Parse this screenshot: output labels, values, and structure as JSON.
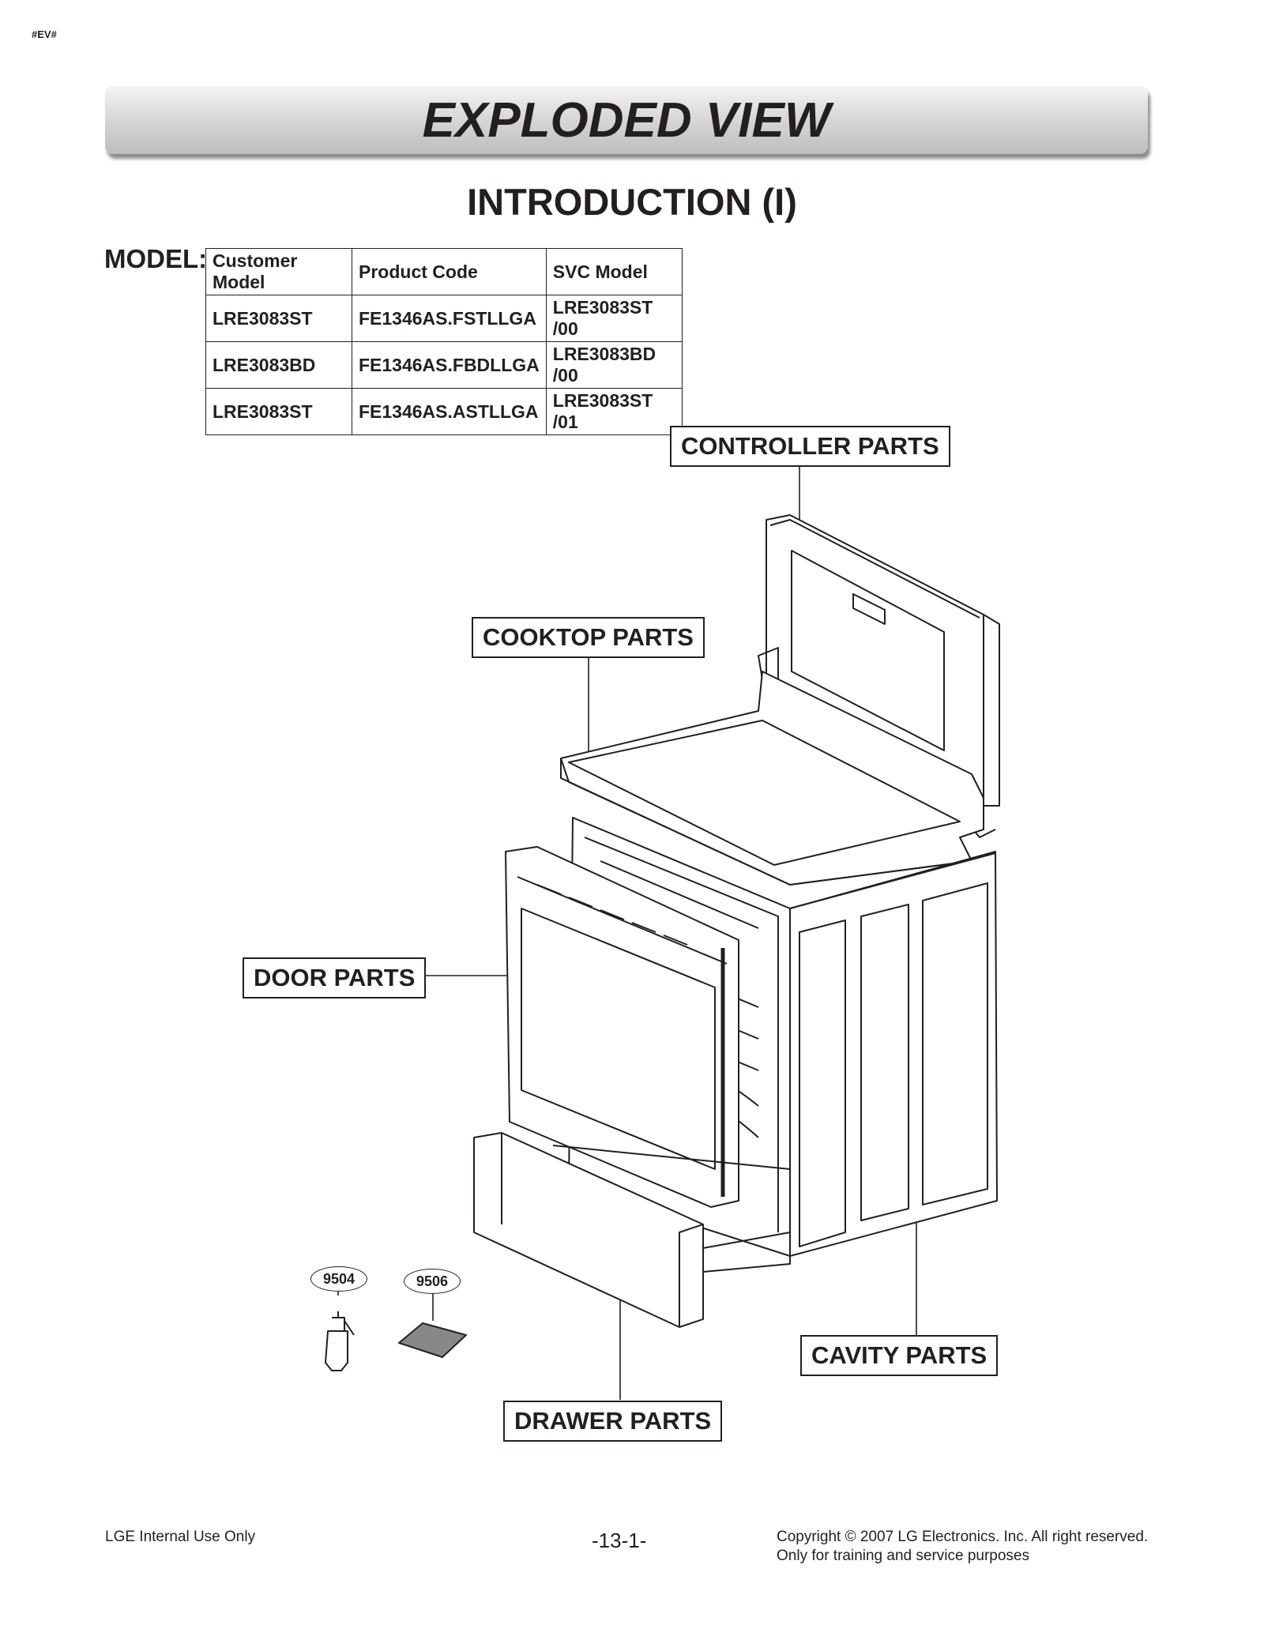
{
  "header": {
    "corner_tag": "#EV#",
    "banner_title": "EXPLODED VIEW",
    "subtitle": "INTRODUCTION (I)"
  },
  "model_table": {
    "label": "MODEL:",
    "columns": [
      "Customer Model",
      "Product Code",
      "SVC Model"
    ],
    "rows": [
      [
        "LRE3083ST",
        "FE1346AS.FSTLLGA",
        "LRE3083ST /00"
      ],
      [
        "LRE3083BD",
        "FE1346AS.FBDLLGA",
        "LRE3083BD /00"
      ],
      [
        "LRE3083ST",
        "FE1346AS.ASTLLGA",
        "LRE3083ST /01"
      ]
    ]
  },
  "diagram": {
    "callouts": {
      "controller": "CONTROLLER PARTS",
      "cooktop": "COOKTOP PARTS",
      "door": "DOOR PARTS",
      "cavity": "CAVITY PARTS",
      "drawer": "DRAWER PARTS"
    },
    "part_numbers": {
      "spray_bottle": "9504",
      "scraper_pad": "9506"
    }
  },
  "footer": {
    "left": "LGE Internal Use Only",
    "page": "-13-1-",
    "copyright_line1": "Copyright © 2007 LG Electronics. Inc. All right reserved.",
    "copyright_line2": "Only for training and service purposes"
  }
}
